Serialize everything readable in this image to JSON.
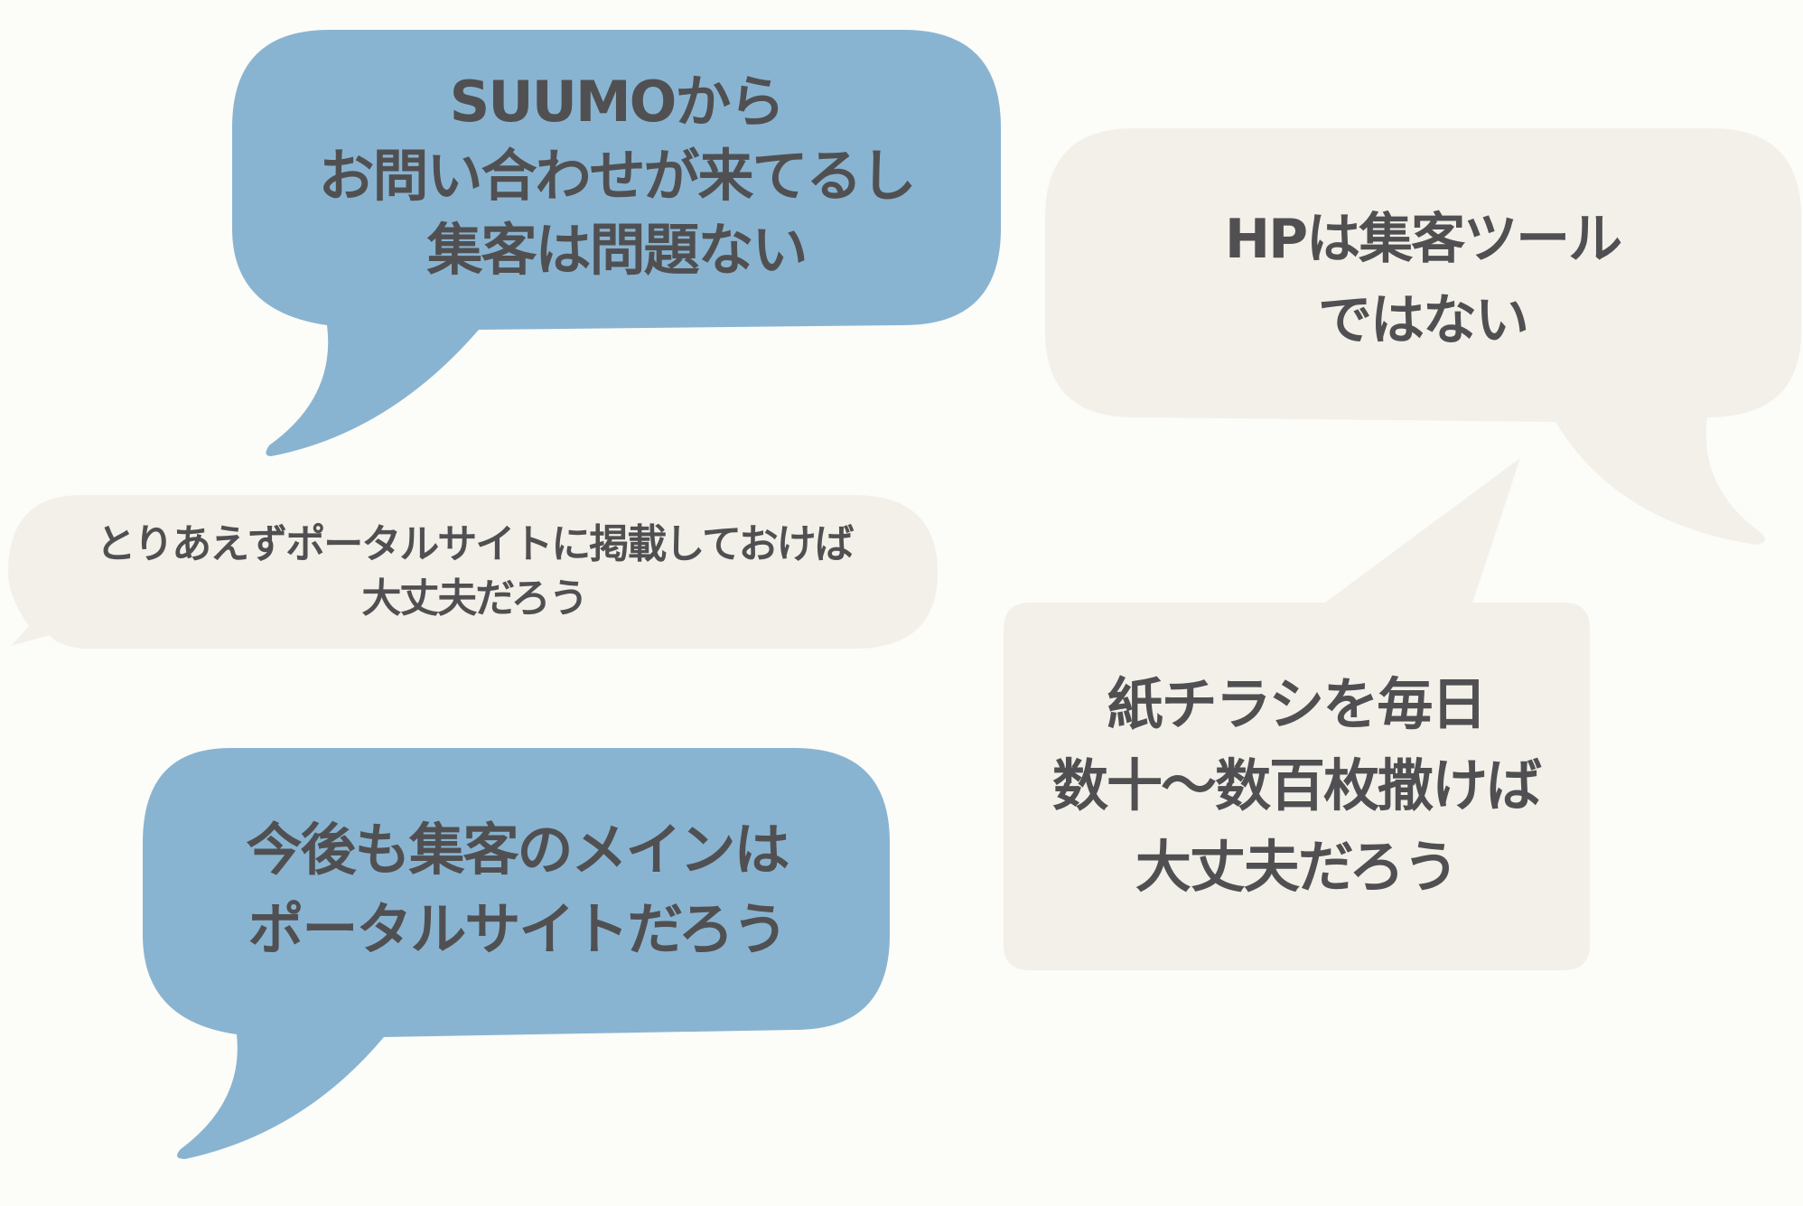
{
  "colors": {
    "background": "#fcfcf8",
    "blue_bubble": "#89b4d1",
    "beige_bubble": "#f3f0e9",
    "text": "#505052"
  },
  "bubbles": {
    "suumo": {
      "lines": [
        "SUUMOから",
        "お問い合わせが来てるし",
        "集客は問題ない"
      ]
    },
    "hp": {
      "lines": [
        "HPは集客ツール",
        "ではない"
      ]
    },
    "portal_listing": {
      "lines": [
        "とりあえずポータルサイトに掲載しておけば",
        "大丈夫だろう"
      ]
    },
    "flyer": {
      "lines": [
        "紙チラシを毎日",
        "数十～数百枚撒けば",
        "大丈夫だろう"
      ]
    },
    "future": {
      "lines": [
        "今後も集客のメインは",
        "ポータルサイトだろう"
      ]
    }
  }
}
